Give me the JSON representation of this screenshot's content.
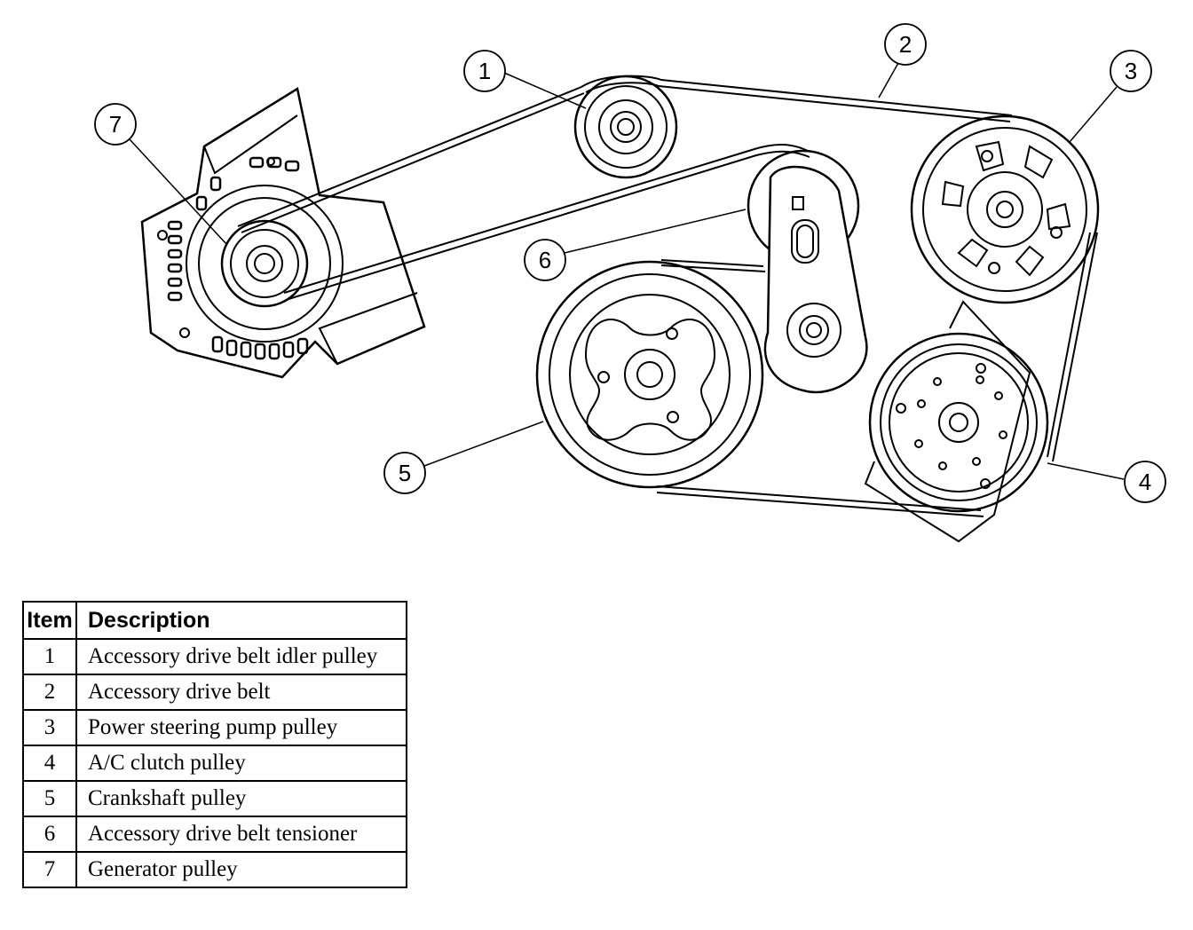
{
  "callouts": [
    "1",
    "2",
    "3",
    "4",
    "5",
    "6",
    "7"
  ],
  "table": {
    "headers": {
      "item": "Item",
      "description": "Description"
    },
    "rows": [
      {
        "item": "1",
        "description": "Accessory drive belt idler pulley"
      },
      {
        "item": "2",
        "description": "Accessory drive belt"
      },
      {
        "item": "3",
        "description": "Power steering pump pulley"
      },
      {
        "item": "4",
        "description": "A/C clutch pulley"
      },
      {
        "item": "5",
        "description": "Crankshaft pulley"
      },
      {
        "item": "6",
        "description": "Accessory drive belt tensioner"
      },
      {
        "item": "7",
        "description": "Generator pulley"
      }
    ]
  }
}
